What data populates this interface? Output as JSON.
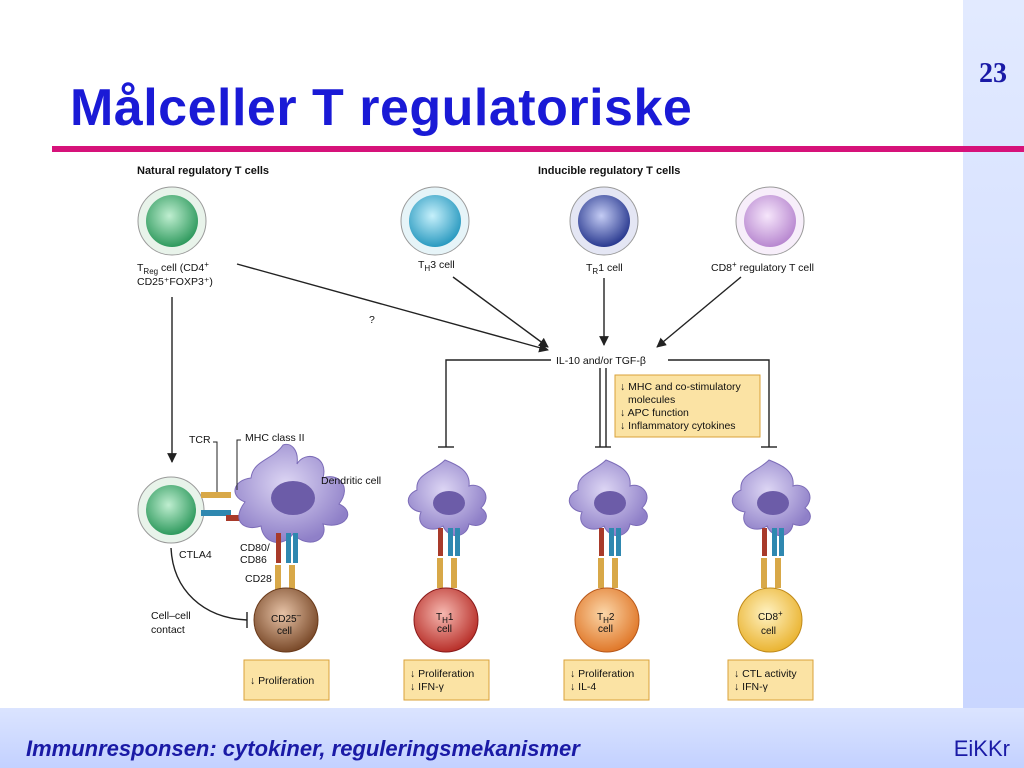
{
  "slide": {
    "title": "Målceller T regulatoriske",
    "page_number": "23",
    "footer_left": "Immunresponsen: cytokiner, reguleringsmekanismer",
    "footer_right": "EiKKr"
  },
  "diagram": {
    "header_natural": "Natural regulatory T cells",
    "header_inducible": "Inducible regulatory T cells",
    "treg": {
      "t": "T",
      "sub": "Reg",
      "rest": " cell (CD4",
      "sup": "+",
      "line2": "CD25⁺FOXP3⁺)"
    },
    "th3": {
      "t": "T",
      "sub": "H",
      "rest": "3 cell"
    },
    "tr1": {
      "t": "T",
      "sub": "R",
      "rest": "1 cell"
    },
    "cd8reg": {
      "pre": "CD8",
      "sup": "+",
      "rest": " regulatory T cell"
    },
    "question": "?",
    "il10": "IL-10 and/or TGF-β",
    "apc_box": [
      "↓ MHC and co-stimulatory",
      "molecules",
      "↓ APC function",
      "↓ Inflammatory cytokines"
    ],
    "tcr": "TCR",
    "mhc": "MHC class II",
    "dendritic": "Dendritic cell",
    "cd80": "CD80/",
    "cd86": "CD86",
    "cd28": "CD28",
    "ctla4": "CTLA4",
    "contact1": "Cell–cell",
    "contact2": "contact",
    "cd25": {
      "pre": "CD25",
      "sup": "–",
      "line2": "cell"
    },
    "th1": {
      "t": "T",
      "sub": "H",
      "rest": "1",
      "line2": "cell"
    },
    "th2": {
      "t": "T",
      "sub": "H",
      "rest": "2",
      "line2": "cell"
    },
    "cd8t": {
      "pre": "CD8",
      "sup": "+",
      "line2": "cell"
    },
    "out1": [
      "↓ Proliferation"
    ],
    "out2": [
      "↓ Proliferation",
      "↓ IFN-γ"
    ],
    "out3": [
      "↓ Proliferation",
      "↓ IL-4"
    ],
    "out4": [
      "↓ CTL activity",
      "↓ IFN-γ"
    ]
  },
  "colors": {
    "title": "#1a1ad6",
    "rule": "#d6127a",
    "footer": "#1a1aa6",
    "box_fill": "#fbe3a4",
    "box_stroke": "#d9a23a",
    "dendritic": "#a89ad6",
    "treg": "#3aa86a",
    "th3": "#36a8c8",
    "tr1": "#3a4aa0",
    "cd8reg": "#c89ad6",
    "cd25": "#8a5a3a",
    "th1": "#c8403a",
    "th2": "#e88a3a",
    "cd8t": "#f0c040"
  },
  "icons": [
    "inhibition-bar-icon",
    "arrow-icon"
  ]
}
